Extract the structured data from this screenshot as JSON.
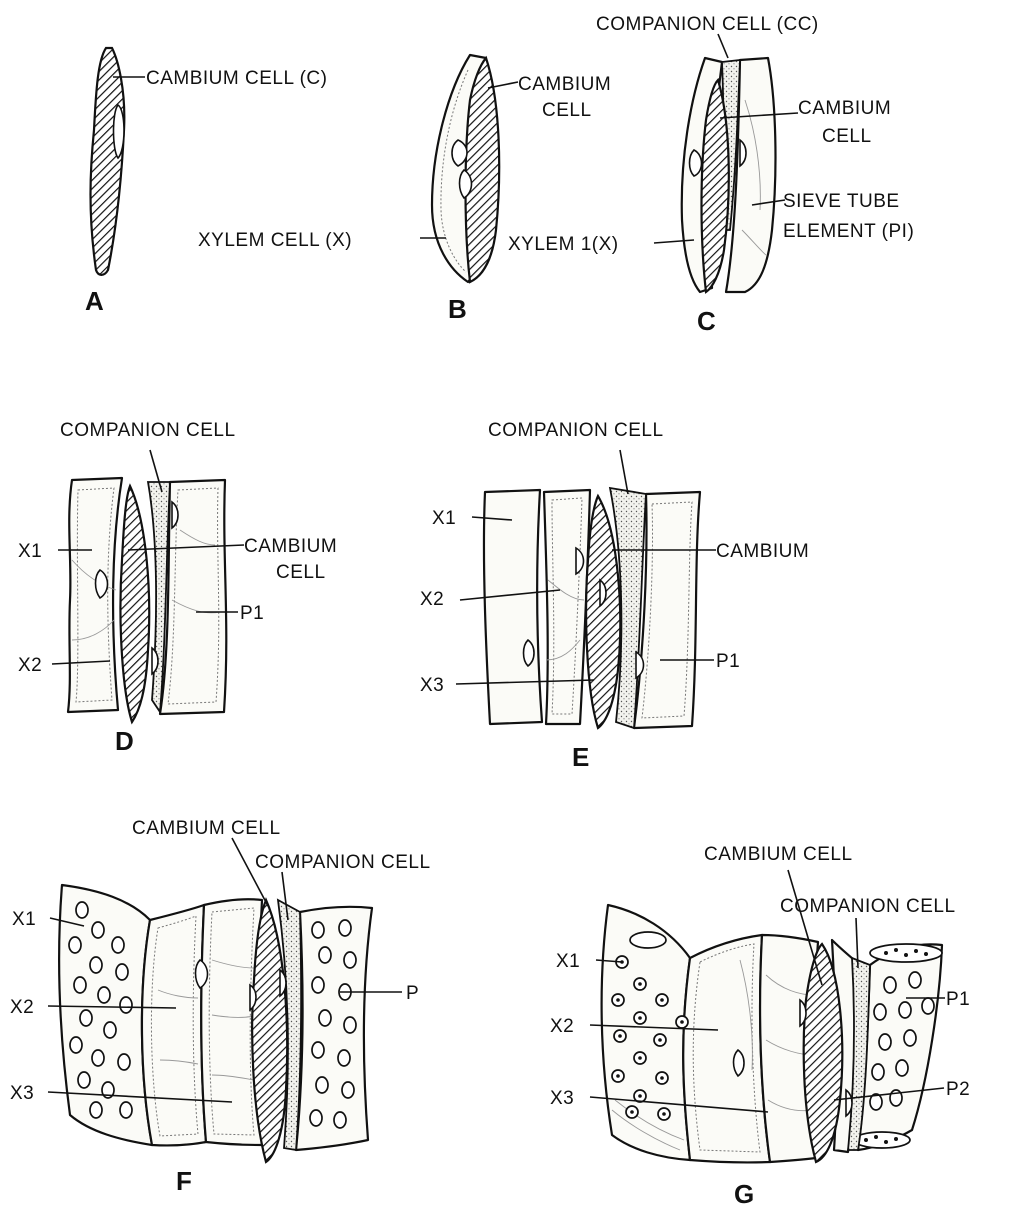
{
  "diagram": {
    "panels": {
      "A": {
        "letter": "A",
        "labels": {
          "cambium": "CAMBIUM CELL (C)"
        }
      },
      "B": {
        "letter": "B",
        "labels": {
          "cambium_1": "CAMBIUM",
          "cambium_2": "CELL",
          "xylem": "XYLEM CELL (X)"
        }
      },
      "C": {
        "letter": "C",
        "labels": {
          "companion": "COMPANION CELL (CC)",
          "cambium_1": "CAMBIUM",
          "cambium_2": "CELL",
          "sieve_1": "SIEVE TUBE",
          "sieve_2": "ELEMENT (PI)",
          "xylem": "XYLEM 1(X)"
        }
      },
      "D": {
        "letter": "D",
        "labels": {
          "companion": "COMPANION CELL",
          "x1": "X1",
          "cambium_1": "CAMBIUM",
          "cambium_2": "CELL",
          "p1": "P1",
          "x2": "X2"
        }
      },
      "E": {
        "letter": "E",
        "labels": {
          "companion": "COMPANION CELL",
          "x1": "X1",
          "cambium": "CAMBIUM",
          "x2": "X2",
          "p1": "P1",
          "x3": "X3"
        }
      },
      "F": {
        "letter": "F",
        "labels": {
          "cambium": "CAMBIUM CELL",
          "companion": "COMPANION CELL",
          "x1": "X1",
          "x2": "X2",
          "p": "P",
          "x3": "X3"
        }
      },
      "G": {
        "letter": "G",
        "labels": {
          "cambium": "CAMBIUM CELL",
          "companion": "COMPANION CELL",
          "x1": "X1",
          "p1": "P1",
          "x2": "X2",
          "x3": "X3",
          "p2": "P2"
        }
      }
    }
  }
}
